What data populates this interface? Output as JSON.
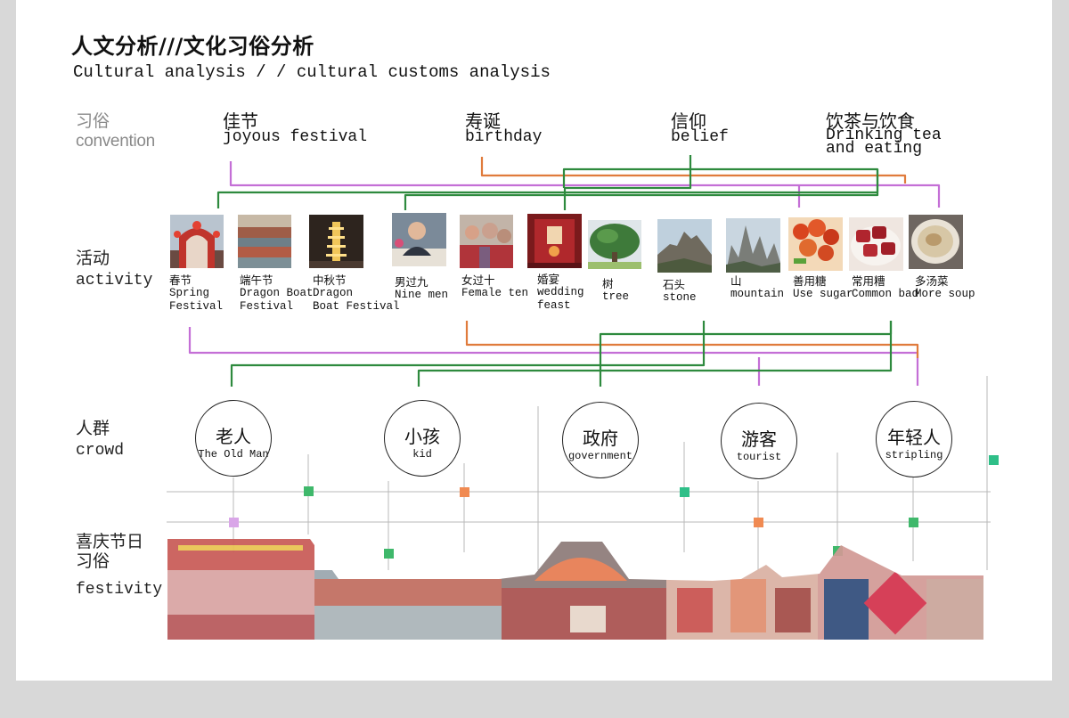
{
  "title": "人文分析///文化习俗分析",
  "subtitle": "Cultural analysis / / cultural customs analysis",
  "rows": {
    "convention": {
      "zh": "习俗",
      "en": "convention"
    },
    "activity": {
      "zh": "活动",
      "en": "activity"
    },
    "crowd": {
      "zh": "人群",
      "en": "crowd"
    },
    "festivity": {
      "zh": "喜庆节日习俗",
      "zh_line1": "喜庆节日",
      "zh_line2": "习俗",
      "en": "festivity"
    }
  },
  "conventions": [
    {
      "zh": "佳节",
      "en": "joyous festival"
    },
    {
      "zh": "寿诞",
      "en": "birthday"
    },
    {
      "zh": "信仰",
      "en": "belief"
    },
    {
      "zh": "饮茶与饮食",
      "en_line1": "Drinking tea",
      "en_line2": "and eating"
    }
  ],
  "activities": [
    {
      "zh": "春节",
      "en_line1": "Spring",
      "en_line2": "Festival",
      "icon": "lantern-gate-photo"
    },
    {
      "zh": "端午节",
      "en_line1": "Dragon Boat",
      "en_line2": "Festival",
      "icon": "dragon-boat-race-photo"
    },
    {
      "zh": "中秋节",
      "en_line1": "Dragon",
      "en_line2": "Boat Festival",
      "icon": "pagoda-night-photo"
    },
    {
      "zh": "男过九",
      "en_line1": "Nine men",
      "icon": "elder-man-photo"
    },
    {
      "zh": "女过十",
      "en_line1": "Female ten",
      "icon": "crowd-celebration-photo"
    },
    {
      "zh": "婚宴",
      "en_line1": "wedding",
      "en_line2": "feast",
      "icon": "wedding-hall-photo"
    },
    {
      "zh": "树",
      "en_line1": "tree",
      "icon": "banyan-tree-photo"
    },
    {
      "zh": "石头",
      "en_line1": "stone",
      "icon": "stone-peak-photo"
    },
    {
      "zh": "山",
      "en_line1": "mountain",
      "icon": "mountain-photo"
    },
    {
      "zh": "善用糖",
      "en_line1": "Use sugar",
      "icon": "sweet-dish-photo"
    },
    {
      "zh": "常用糟",
      "en_line1": "Common bad",
      "icon": "braised-pork-photo"
    },
    {
      "zh": "多汤菜",
      "en_line1": "More soup",
      "icon": "soup-bowl-photo"
    }
  ],
  "crowds": [
    {
      "zh": "老人",
      "en": "The Old Man"
    },
    {
      "zh": "小孩",
      "en": "kid"
    },
    {
      "zh": "政府",
      "en": "government"
    },
    {
      "zh": "游客",
      "en": "tourist"
    },
    {
      "zh": "年轻人",
      "en": "stripling"
    }
  ],
  "colors": {
    "green": "#2e8a3e",
    "dark_green": "#1e6b34",
    "orange": "#e07b3c",
    "purple": "#c46fd6",
    "grid": "#b8b8b8",
    "sq_green": "#3fb86b",
    "sq_orange": "#f08a52",
    "sq_purple": "#d9a6e8",
    "sq_teal": "#2fbf88",
    "sheet": "#ffffff",
    "background": "#d8d8d8"
  },
  "festivity_band": {
    "icon": "festival-photo-collage"
  }
}
